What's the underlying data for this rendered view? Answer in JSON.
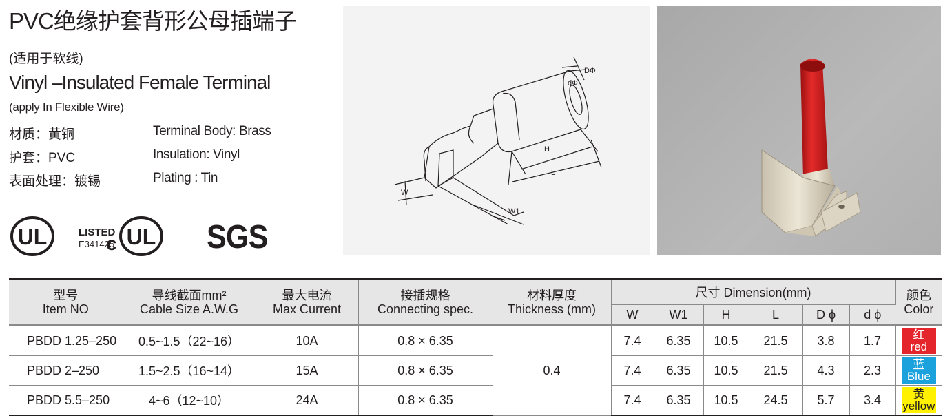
{
  "header": {
    "title_cn": "PVC绝缘护套背形公母插端子",
    "subtitle_cn": "(适用于软线)",
    "title_en": "Vinyl –Insulated Female Terminal",
    "subtitle_en": "(apply In Flexible Wire)"
  },
  "properties": [
    {
      "label_cn": "材质：黄铜",
      "label_en": "Terminal Body: Brass"
    },
    {
      "label_cn": "护套：PVC",
      "label_en": "Insulation: Vinyl"
    },
    {
      "label_cn": "表面处理：镀锡",
      "label_en": "Plating : Tin"
    }
  ],
  "certs": {
    "ul": "UL",
    "listed": "LISTED",
    "listed_no": "E341425",
    "cul_c": "c",
    "cul": "UL",
    "sgs": "SGS"
  },
  "drawing": {
    "labels": {
      "D": "DΦ",
      "d": "dΦ",
      "H": "H",
      "L": "L",
      "W": "W",
      "W1": "W1"
    }
  },
  "colors": {
    "red": "#e4252b",
    "blue": "#1ba1dc",
    "yellow": "#fff100",
    "header_bg": "#e6e6e6",
    "photo_sleeve": "#d81e1e"
  },
  "table": {
    "headers": {
      "item_cn": "型号",
      "item_en": "Item NO",
      "cable_cn": "导线截面mm²",
      "cable_en": "Cable Size  A.W.G",
      "current_cn": "最大电流",
      "current_en": "Max Current",
      "spec_cn": "接插规格",
      "spec_en": "Connecting spec.",
      "thick_cn": "材料厚度",
      "thick_en": "Thickness (mm)",
      "dimension": "尺寸 Dimension(mm)",
      "color_cn": "颜色",
      "color_en": "Color",
      "dims": [
        "W",
        "W1",
        "H",
        "L",
        "D ϕ",
        "d ϕ"
      ]
    },
    "thickness": "0.4",
    "rows": [
      {
        "item": "PBDD 1.25–250",
        "cable": "0.5~1.5（22~16）",
        "current": "10A",
        "spec": "0.8 × 6.35",
        "dims": [
          "7.4",
          "6.35",
          "10.5",
          "21.5",
          "3.8",
          "1.7"
        ],
        "color_cn": "红",
        "color_en": "red"
      },
      {
        "item": "PBDD 2–250",
        "cable": "1.5~2.5（16~14）",
        "current": "15A",
        "spec": "0.8 × 6.35",
        "dims": [
          "7.4",
          "6.35",
          "10.5",
          "21.5",
          "4.3",
          "2.3"
        ],
        "color_cn": "蓝",
        "color_en": "Blue"
      },
      {
        "item": "PBDD 5.5–250",
        "cable": "4~6（12~10）",
        "current": "24A",
        "spec": "0.8 × 6.35",
        "dims": [
          "7.4",
          "6.35",
          "10.5",
          "24.5",
          "5.7",
          "3.4"
        ],
        "color_cn": "黄",
        "color_en": "yellow"
      }
    ]
  }
}
